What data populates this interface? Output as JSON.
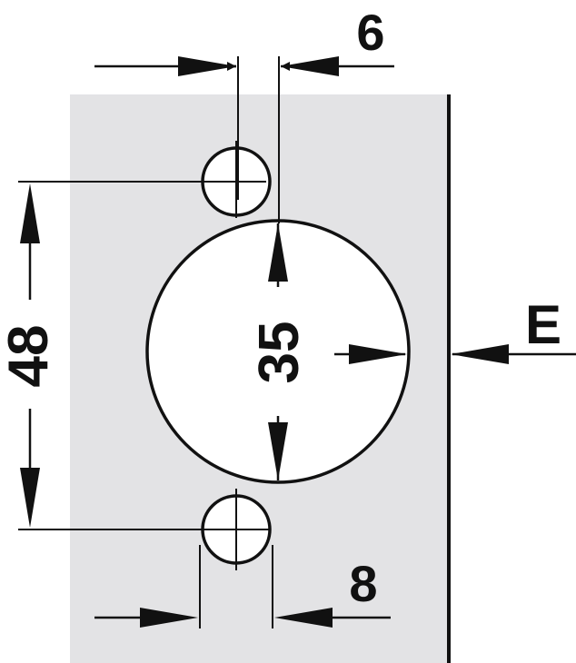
{
  "diagram": {
    "dimensions": {
      "top_offset": "6",
      "cup_diameter": "35",
      "hole_spacing": "48",
      "bottom_hole": "8",
      "edge_label": "E"
    },
    "colors": {
      "panel": "#e3e3e5",
      "stroke": "#111111",
      "cup_fill": "#ffffff"
    }
  }
}
